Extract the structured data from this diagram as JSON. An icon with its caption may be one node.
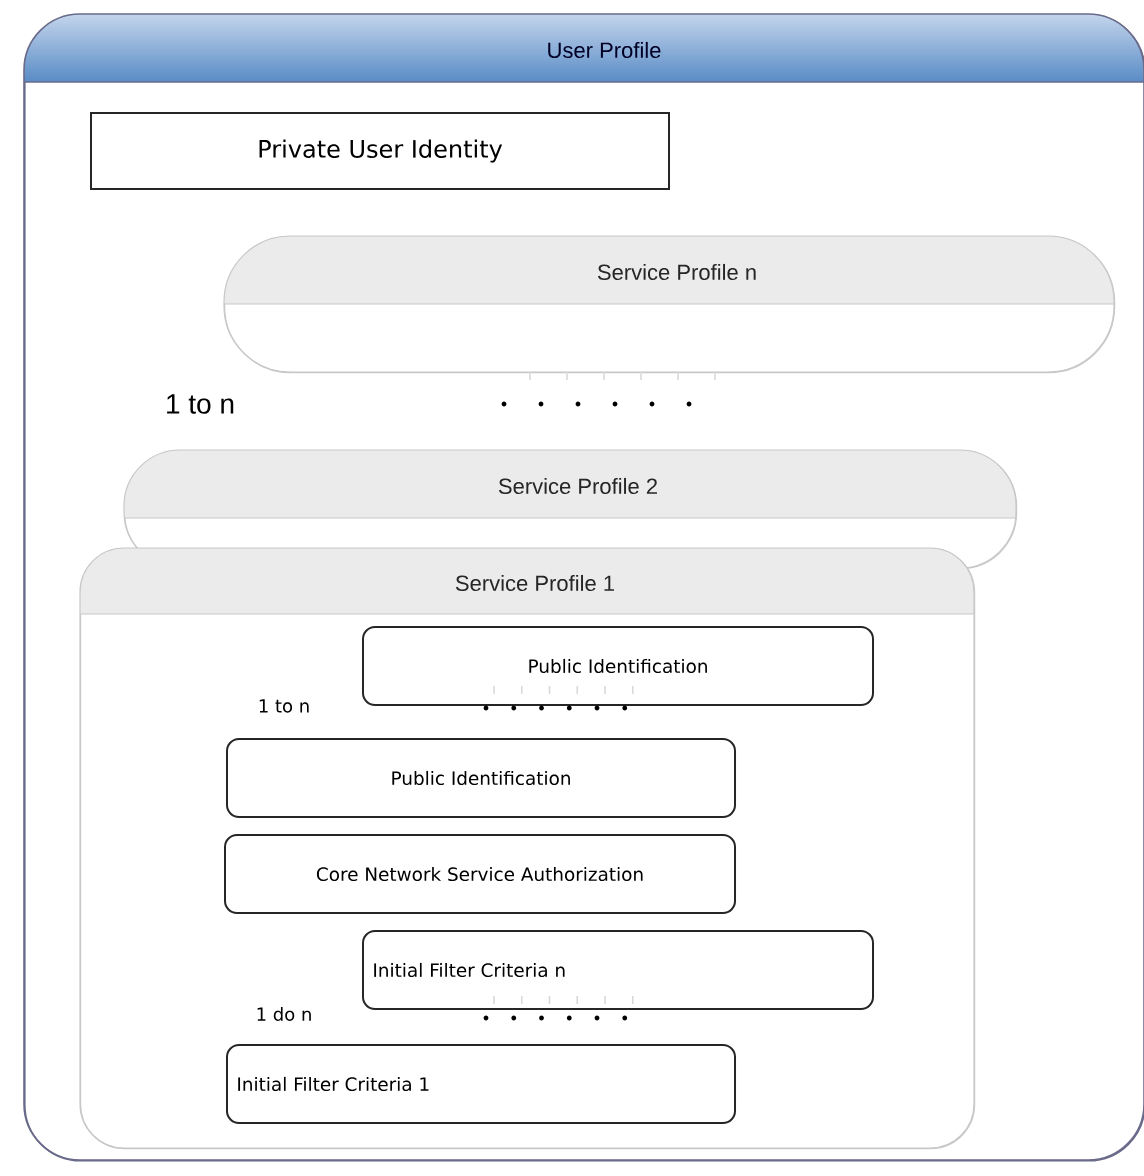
{
  "diagram": {
    "nodes": [
      {
        "text": [
          "User Profile"
        ]
      },
      {
        "text": [
          "Private User Identity"
        ],
        "in": 0
      },
      {
        "text": [
          "Service Profile n"
        ],
        "in": 0
      },
      {
        "text": [
          "Service Profile 2"
        ],
        "in": 0
      },
      {
        "text": [
          "Service Profile 1"
        ],
        "in": 0
      },
      {
        "text": [
          "Public Identification"
        ],
        "in": 4
      },
      {
        "text": [
          "Public Identification"
        ],
        "in": 4
      },
      {
        "text": [
          "Core Network Service Authorization"
        ],
        "in": 4
      },
      {
        "text": [
          "Initial Filter Criteria n"
        ],
        "in": 4
      },
      {
        "text": [
          "Initial Filter Criteria 1"
        ],
        "in": 4
      }
    ],
    "labels": [
      "1 to n",
      "1 to n",
      "1 do n"
    ]
  }
}
